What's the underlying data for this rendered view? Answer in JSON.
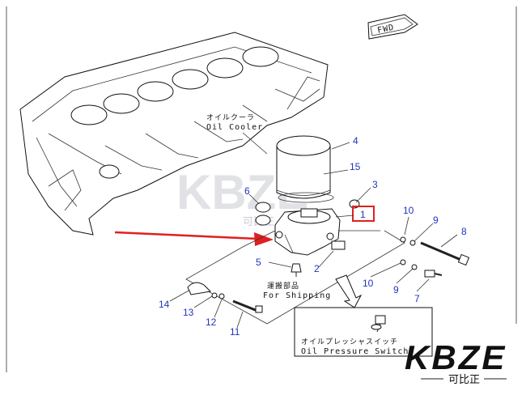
{
  "diagram": {
    "fwd_label": "FWD",
    "oil_cooler_jp": "オイルクーラ",
    "oil_cooler_en": "Oil Cooler",
    "shipping_jp": "運搬部品",
    "shipping_en": "For Shipping",
    "pressure_switch_jp": "オイルプレッシャスイッチ",
    "pressure_switch_en": "Oil Pressure Switch",
    "callouts": [
      "1",
      "2",
      "3",
      "4",
      "5",
      "6",
      "7",
      "8",
      "9",
      "9",
      "10",
      "10",
      "11",
      "12",
      "13",
      "14",
      "15"
    ],
    "highlight_part": "1",
    "arrow_color": "#e02020",
    "callout_color": "#2233bb",
    "highlight_color": "#e02020"
  },
  "watermark": {
    "text": "KBZE",
    "sub": "可比正"
  },
  "logo": {
    "text": "KBZE",
    "sub": "可比正"
  }
}
